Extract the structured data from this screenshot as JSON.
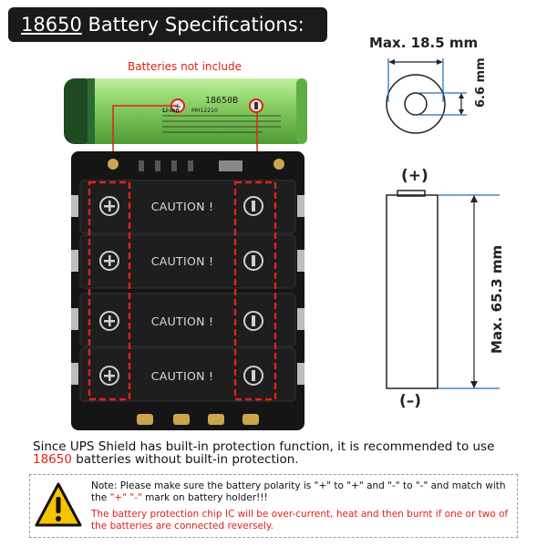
{
  "title": {
    "prefix": "18650",
    "rest": " Battery Specifications:"
  },
  "not_included": "Batteries not include",
  "cell": {
    "model": "18650B",
    "chem": "Li-ion",
    "code": "MH12210"
  },
  "holder": {
    "caution_labels": [
      "CAUTION !",
      "CAUTION !",
      "CAUTION !",
      "CAUTION !"
    ]
  },
  "dimensions": {
    "max_width": "Max. 18.5 mm",
    "terminal": "6.6 mm",
    "max_length": "Max. 65.3 mm",
    "plus": "(+)",
    "minus": "(–)"
  },
  "description": {
    "part1": "Since UPS Shield has built-in protection function, it is recommended to use ",
    "highlight": "18650",
    "part2": " batteries without built-in protection."
  },
  "note": {
    "line1": "Note: Please make sure the battery polarity is \"+\" to \"+\" and \"-\" to \"-\" and match with the ",
    "marks": "\"+\" \"-\"",
    "line1_end": " mark on battery holder!!!",
    "warning": "The battery protection chip IC will be over-current, heat and then burnt if one or two of the batteries are connected reversely."
  },
  "colors": {
    "accent_red": "#e0201a",
    "cell_green": "#8fd36a",
    "board_black": "#151515"
  }
}
